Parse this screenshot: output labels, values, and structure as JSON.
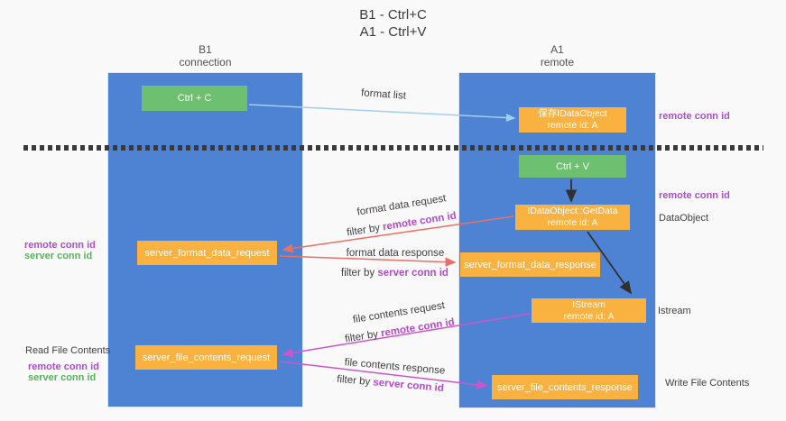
{
  "title": {
    "line1": "B1 - Ctrl+C",
    "line2": "A1 - Ctrl+V"
  },
  "columns": {
    "left": {
      "title": "B1",
      "subtitle": "connection"
    },
    "right": {
      "title": "A1",
      "subtitle": "remote"
    }
  },
  "nodes": {
    "ctrl_c": {
      "label": "Ctrl + C"
    },
    "save_idataobject": {
      "line1": "保存IDataObject",
      "line2": "remote id: A"
    },
    "ctrl_v": {
      "label": "Ctrl + V"
    },
    "getdata": {
      "line1": "IDataObject::GetData",
      "line2": "remote id: A"
    },
    "server_format_data_request": {
      "label": "server_format_data_request"
    },
    "server_format_data_response": {
      "label": "server_format_data_response"
    },
    "istream": {
      "line1": "IStream",
      "line2": "remote id: A"
    },
    "server_file_contents_request": {
      "label": "server_file_contents_request"
    },
    "server_file_contents_response": {
      "label": "server_file_contents_response"
    }
  },
  "arrow_labels": {
    "format_list": "format list",
    "format_data_request": "format data request",
    "format_data_response": "format data response",
    "file_contents_request": "file contents request",
    "file_contents_response": "file contents response",
    "filter_by": "filter by ",
    "remote_conn_id": "remote conn id",
    "server_conn_id": "server conn id"
  },
  "side_labels": {
    "right_remote_conn_id_top": "remote conn id",
    "right_remote_conn_id_mid": "remote conn id",
    "right_dataobject": "DataObject",
    "right_istream": "Istream",
    "right_write_file_contents": "Write File Contents",
    "left_remote_conn_id_top": "remote conn id",
    "left_server_conn_id_top": "server conn id",
    "left_read_file_contents": "Read File Contents",
    "left_remote_conn_id_bottom": "remote conn id",
    "left_server_conn_id_bottom": "server conn id"
  },
  "colors": {
    "column_blue": "#4e83d4",
    "node_orange": "#f9b13f",
    "node_green": "#6ec071",
    "remote_conn_purple": "#a94fc9",
    "server_conn_green": "#57b25c",
    "filter_highlight": "#b44bc8",
    "arrow_red": "#e97064",
    "arrow_magenta": "#cc55cc",
    "arrow_blue": "#a3cdf0",
    "arrow_black": "#303030",
    "divider_dark": "#3a3a3a"
  }
}
